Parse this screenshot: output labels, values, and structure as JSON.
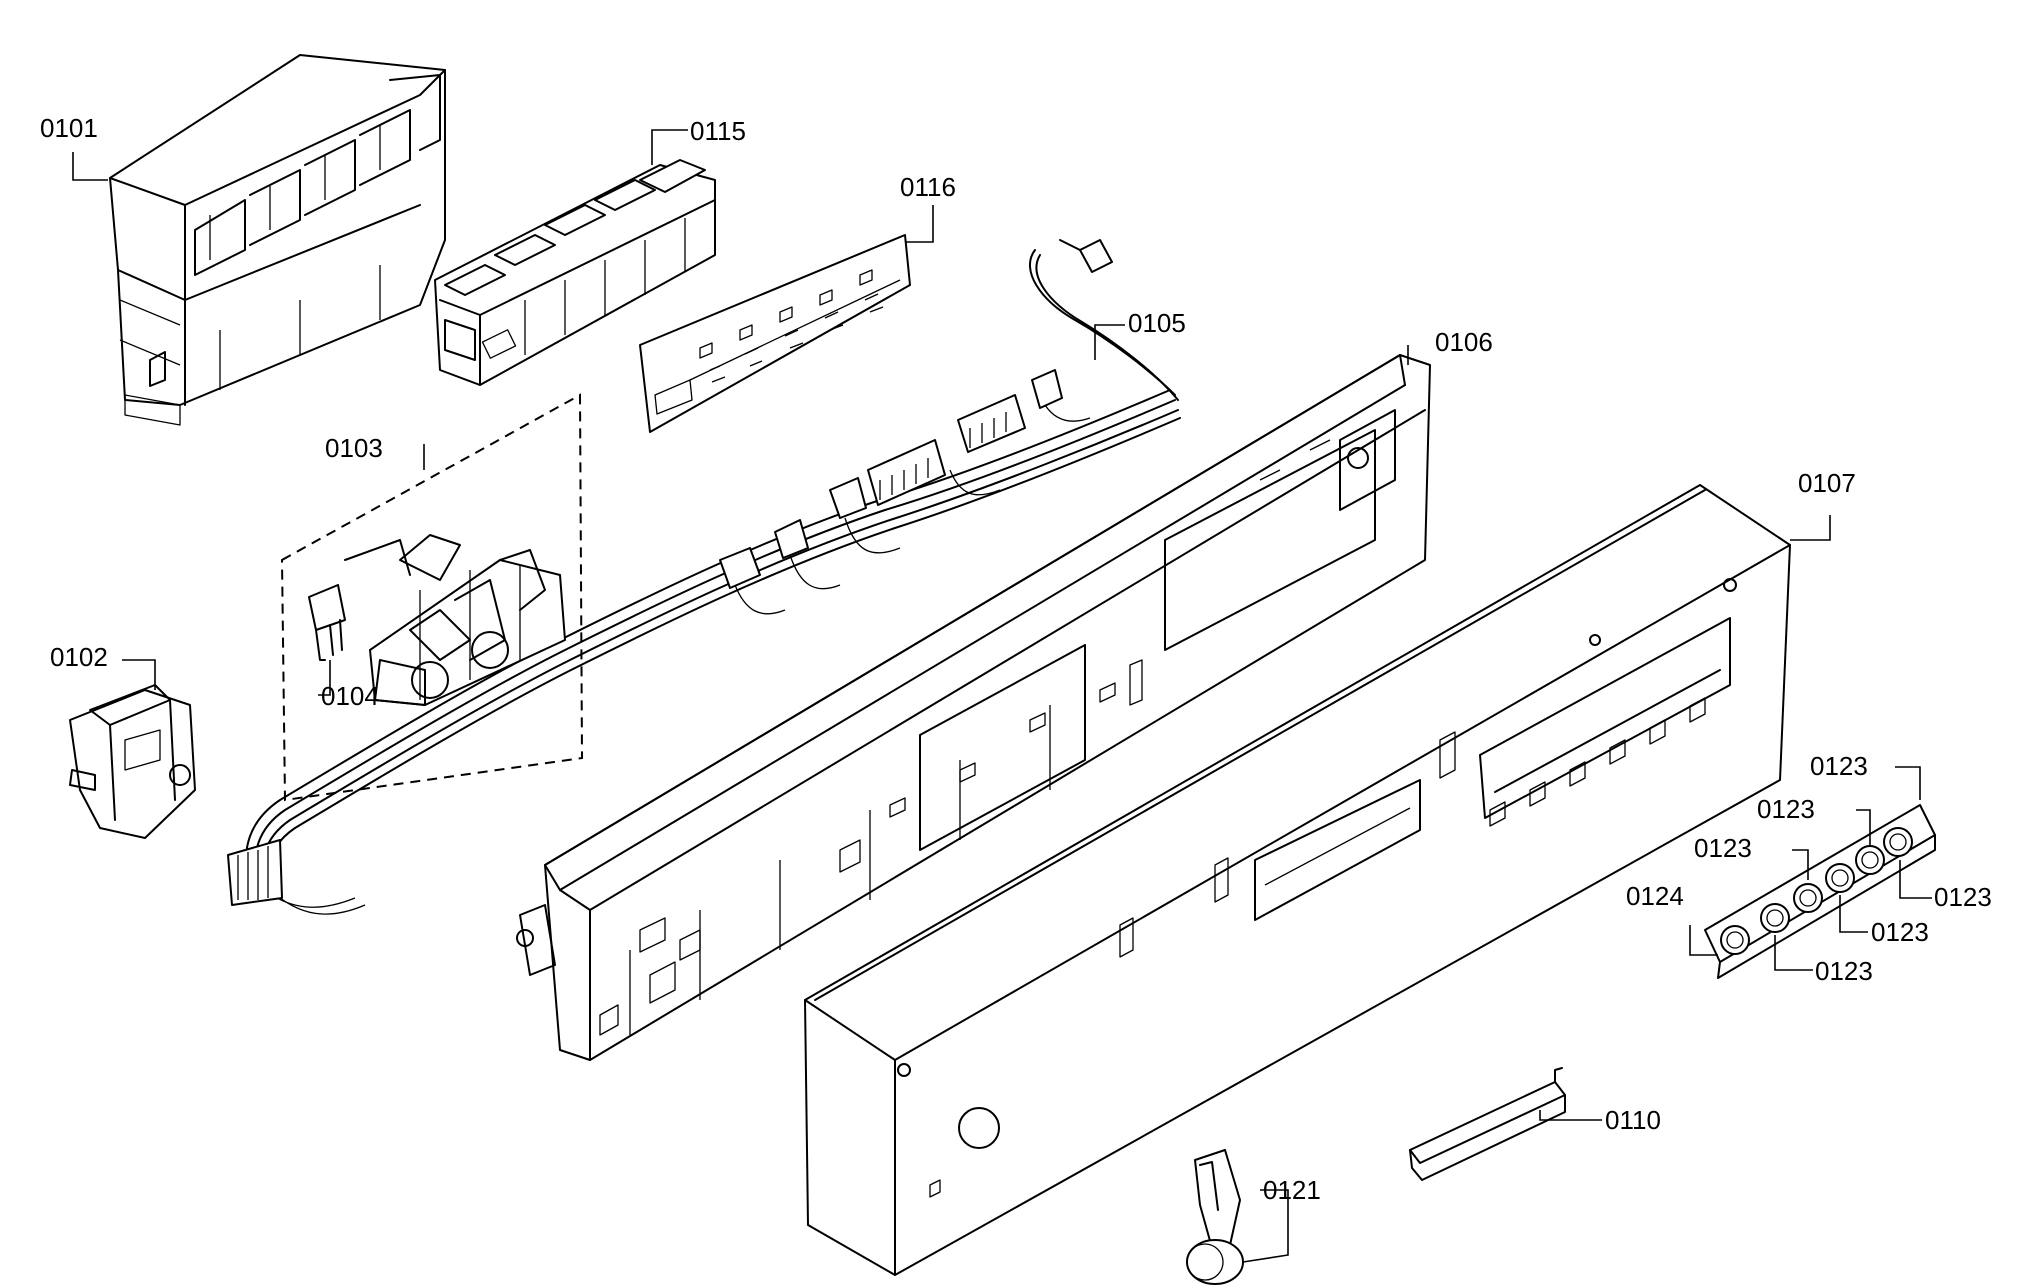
{
  "diagram": {
    "labels": {
      "p0101": "0101",
      "p0115": "0115",
      "p0116": "0116",
      "p0105": "0105",
      "p0106": "0106",
      "p0103": "0103",
      "p0104": "0104",
      "p0102": "0102",
      "p0107": "0107",
      "p0123_a": "0123",
      "p0123_b": "0123",
      "p0123_c": "0123",
      "p0123_d": "0123",
      "p0123_e": "0123",
      "p0123_f": "0123",
      "p0124": "0124",
      "p0110": "0110",
      "p0121": "0121"
    }
  }
}
